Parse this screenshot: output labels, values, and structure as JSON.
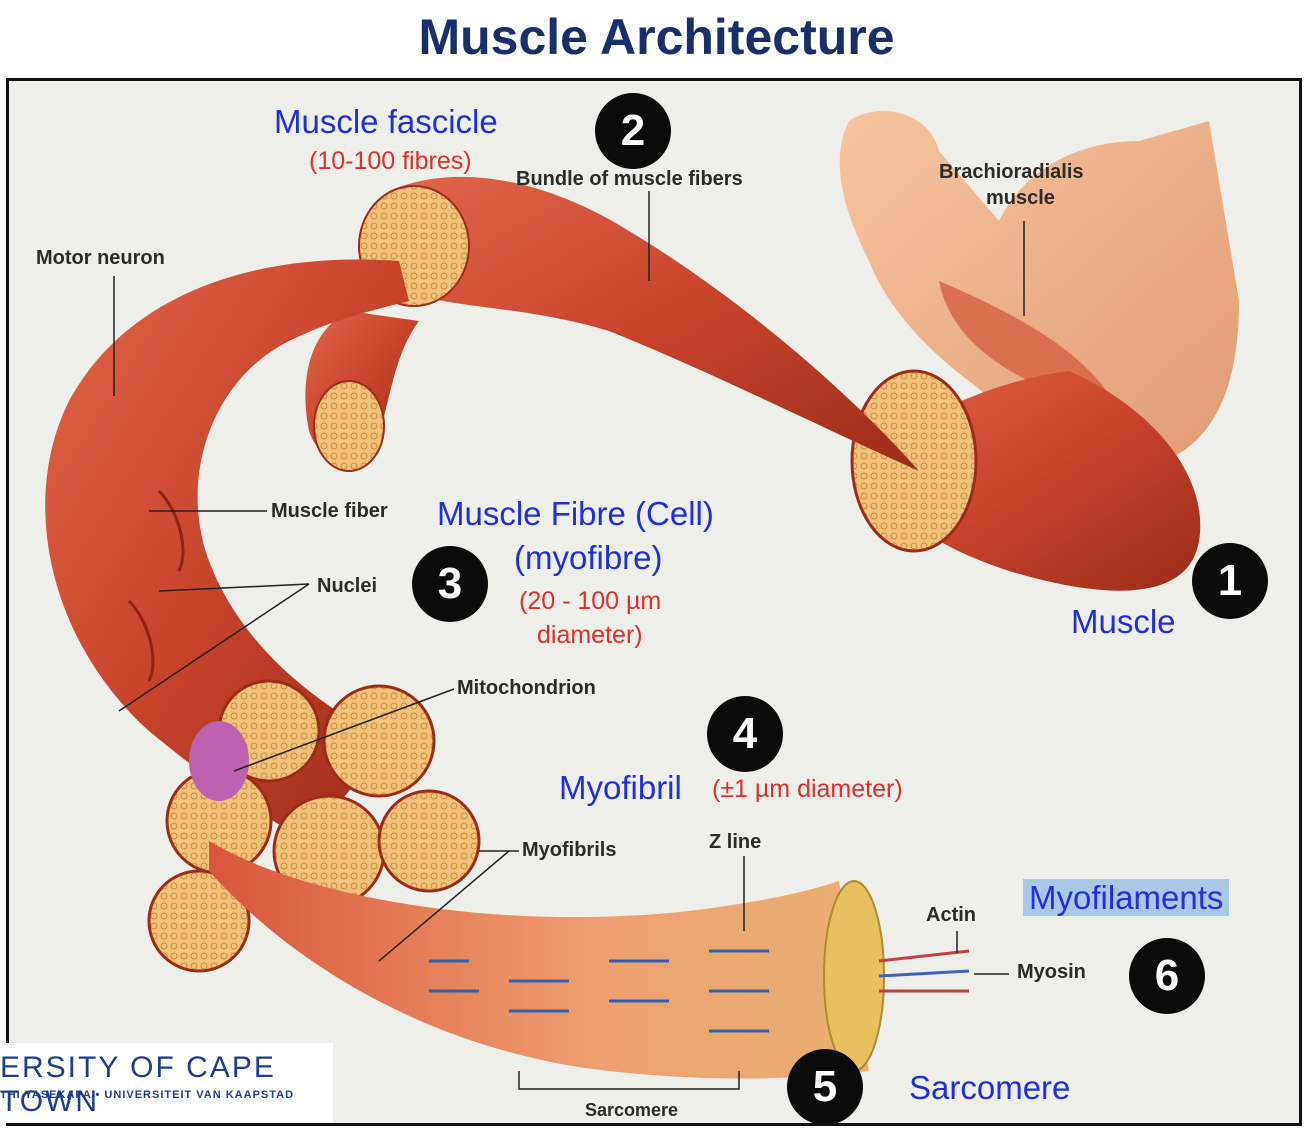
{
  "title": "Muscle Architecture",
  "levels": [
    {
      "number": "1",
      "label": "Muscle"
    },
    {
      "number": "2",
      "label": "Muscle fascicle",
      "detail": "(10-100 fibres)"
    },
    {
      "number": "3",
      "label": "Muscle Fibre (Cell)",
      "label2": "(myofibre)",
      "detail": "(20 - 100 µm",
      "detail2": "diameter)"
    },
    {
      "number": "4",
      "label": "Myofibril",
      "detail": "(±1 µm diameter)"
    },
    {
      "number": "5",
      "label": "Sarcomere"
    },
    {
      "number": "6",
      "label": "Myofilaments"
    }
  ],
  "anatomy_labels": {
    "bundle": "Bundle of muscle fibers",
    "brachio_1": "Brachioradialis",
    "brachio_2": "muscle",
    "motor_neuron": "Motor neuron",
    "muscle_fiber": "Muscle fiber",
    "nuclei": "Nuclei",
    "mitochondrion": "Mitochondrion",
    "myofibrils": "Myofibrils",
    "z_line": "Z line",
    "actin": "Actin",
    "myosin": "Myosin",
    "sarcomere": "Sarcomere"
  },
  "logo": {
    "line1": "ERSITY OF CAPE TOWN",
    "line2": "THI YASEKAPA • UNIVERSITEIT VAN KAAPSTAD"
  },
  "colors": {
    "title": "#1a2e6b",
    "level_label": "#1f2fe0",
    "detail": "#e0302a",
    "muscle": "#c8442a",
    "fascicle_end": "#f2c27a",
    "background": "#eeeeea"
  }
}
